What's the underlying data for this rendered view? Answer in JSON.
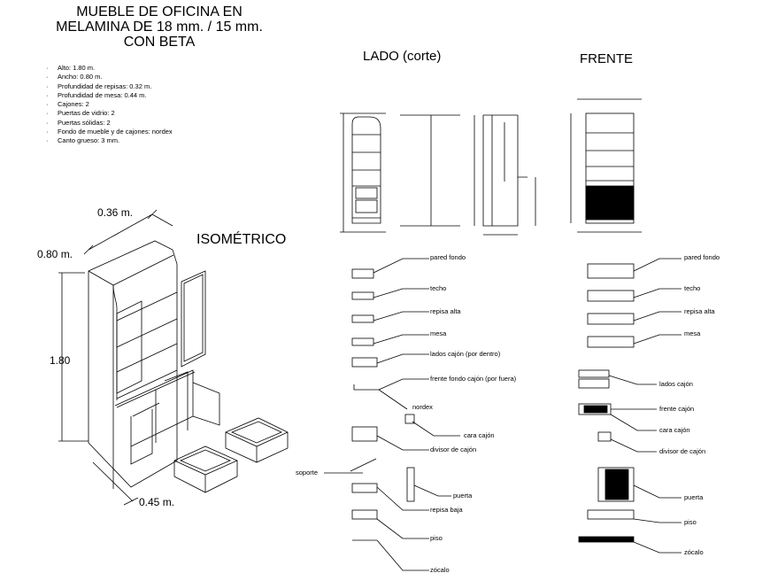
{
  "title": {
    "line1": "MUEBLE DE OFICINA EN",
    "line2": "MELAMINA DE  18 mm. / 15 mm.",
    "line3": "CON BETA"
  },
  "specs": [
    "Alto:  1.80 m.",
    "Ancho: 0.80 m.",
    "Profundidad de repisas:  0.32 m.",
    "Profundidad de mesa: 0.44 m.",
    "Cajones: 2",
    "Puertas de vidrio: 2",
    "Puertas sólidas: 2",
    "Fondo de mueble y de cajones: nordex",
    "Canto grueso: 3 mm."
  ],
  "views": {
    "lado": "LADO (corte)",
    "frente": "FRENTE",
    "iso": "ISOMÉTRICO"
  },
  "dimensions": {
    "depth_top": "0.36 m.",
    "width": "0.80 m.",
    "height": "1.80",
    "depth_bottom": "0.45 m."
  },
  "lado_labels": {
    "pared_fondo": "pared fondo",
    "techo": "techo",
    "repisa_alta": "repisa alta",
    "mesa": "mesa",
    "lados_cajon_dentro": "lados cajón (por dentro)",
    "frente_fondo_cajon": "frente fondo cajón (por fuera)",
    "nordex": "nordex",
    "cara_cajon": "cara cajón",
    "divisor_cajon": "divisor de cajón",
    "soporte": "soporte",
    "puerta": "puerta",
    "repisa_baja": "repisa baja",
    "piso": "piso",
    "zocalo": "zócalo"
  },
  "frente_labels": {
    "pared_fondo": "pared fondo",
    "techo": "techo",
    "repisa_alta": "repisa alta",
    "mesa": "mesa",
    "lados_cajon": "lados cajón",
    "frente_cajon": "frente cajón",
    "cara_cajon": "cara cajón",
    "divisor_cajon": "divisor de cajón",
    "puerta": "puerta",
    "piso": "piso",
    "zocalo": "zócalo"
  }
}
